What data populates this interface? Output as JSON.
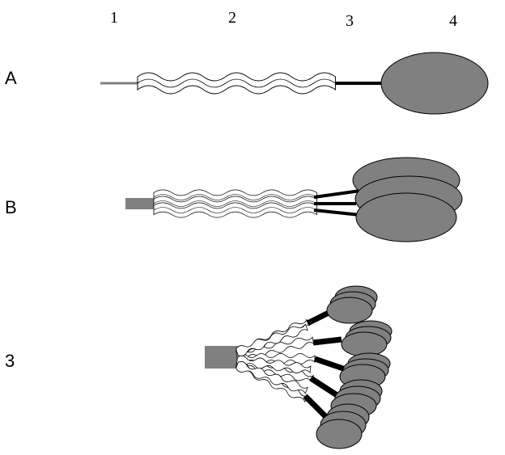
{
  "figure": {
    "column_labels": [
      "1",
      "2",
      "3",
      "4"
    ],
    "row_labels": [
      "A",
      "B",
      "3"
    ],
    "panels": [
      {
        "id": "A",
        "parallel_units": 1
      },
      {
        "id": "B",
        "parallel_units": 3
      },
      {
        "id": "3",
        "fanned_units": 5,
        "heads_per_unit": 3
      }
    ],
    "colors": {
      "head_fill": "#808080",
      "stalk_base": "#808080",
      "linker": "#000000",
      "helix_fill": "#ffffff",
      "outline": "#000000"
    }
  }
}
